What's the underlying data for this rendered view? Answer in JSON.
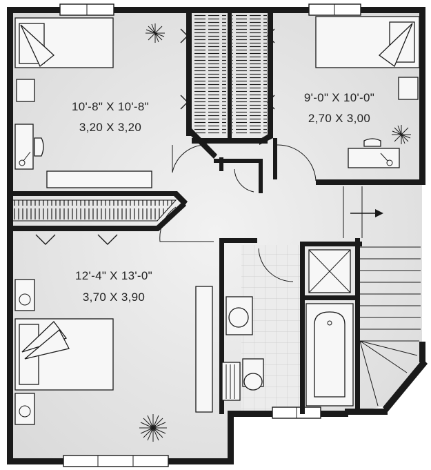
{
  "plan": {
    "rooms": [
      {
        "id": "bedroom-top-left",
        "dims_imperial": "10'-8\" X 10'-8\"",
        "dims_metric": "3,20 X 3,20"
      },
      {
        "id": "bedroom-top-right",
        "dims_imperial": "9'-0\" X 10'-0\"",
        "dims_metric": "2,70 X 3,00"
      },
      {
        "id": "bedroom-master",
        "dims_imperial": "12'-4\" X 13'-0\"",
        "dims_metric": "3,70 X 3,90"
      }
    ],
    "colors": {
      "floor": "#e6e6e6",
      "wall": "#1a1a1a",
      "tile": "#d6d6d6"
    },
    "icons": [
      "stair-arrow-icon",
      "ceiling-light-icon",
      "bed-icon",
      "desk-icon",
      "toilet-icon",
      "bathtub-icon",
      "shower-icon",
      "sink-icon"
    ]
  }
}
